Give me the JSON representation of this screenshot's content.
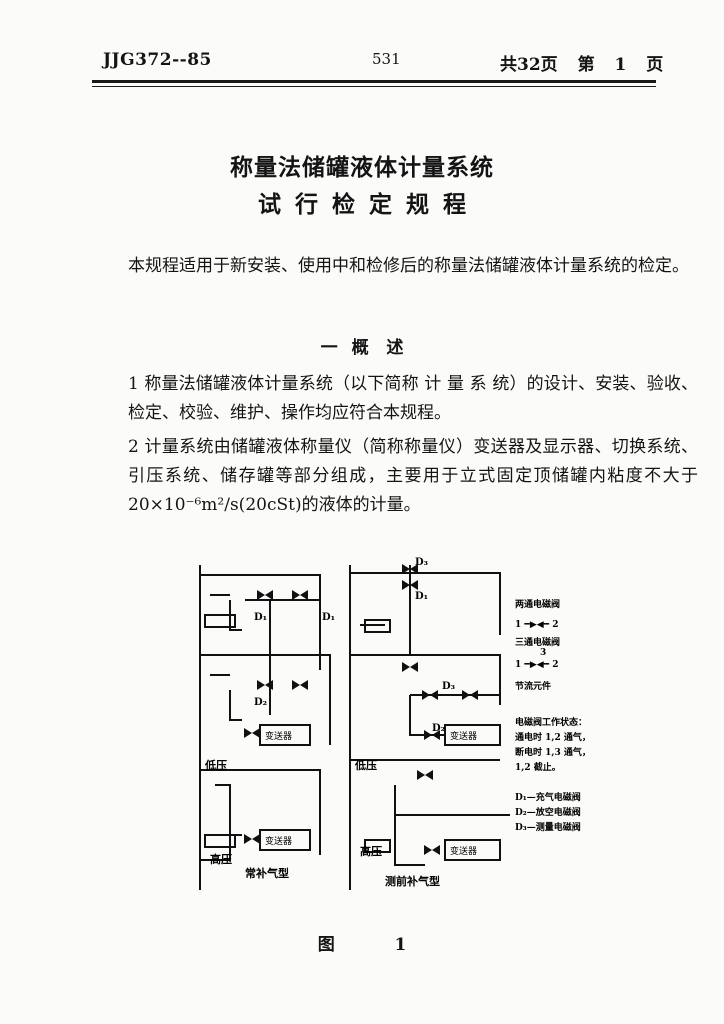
{
  "header": {
    "code": "JJG372--85",
    "page_number": "531",
    "page_info": "共32页  第 1 页"
  },
  "title": {
    "line1": "称量法储罐液体计量系统",
    "line2": "试行检定规程"
  },
  "intro": "本规程适用于新安装、使用中和检修后的称量法储罐液体计量系统的检定。",
  "section": {
    "number": "一",
    "title": "概   述"
  },
  "clauses": [
    "1   称量法储罐液体计量系统（以下简称 计 量 系 统）的设计、安装、验收、检定、校验、维护、操作均应符合本规程。",
    "2   计量系统由储罐液体称量仪（简称称量仪）变送器及显示器、切换系统、引压系统、储存罐等部分组成，主要用于立式固定顶储罐内粘度不大于 20×10⁻⁶m²/s(20cSt)的液体的计量。"
  ],
  "figure": {
    "caption": "图   1",
    "left_diagram": {
      "d1": "D₁",
      "d2": "D₂",
      "transmitter": "变送器",
      "low_pressure": "低压",
      "high_pressure": "高压",
      "type": "常补气型"
    },
    "right_diagram": {
      "d1": "D₁",
      "d2": "D₂",
      "d3": "D₃",
      "transmitter": "变送器",
      "low_pressure": "低压",
      "high_pressure": "高压",
      "type": "测前补气型"
    },
    "legend": {
      "two_way_valve": "两通电磁阀",
      "two_way_ports": "1 ━▶◀━ 2",
      "three_way_valve": "三通电磁阀",
      "three_way_port_top": "3",
      "three_way_ports": "1 ━▶◀━ 2",
      "throttle": "节流元件",
      "state_title": "电磁阀工作状态：",
      "state_energized": "通电时 1,2 通气，",
      "state_deenergized": "断电时 1,3 通气，",
      "state_closed": "1,2 截止。",
      "d1_desc": "D₁—充气电磁阀",
      "d2_desc": "D₂—放空电磁阀",
      "d3_desc": "D₃—测量电磁阀"
    }
  }
}
